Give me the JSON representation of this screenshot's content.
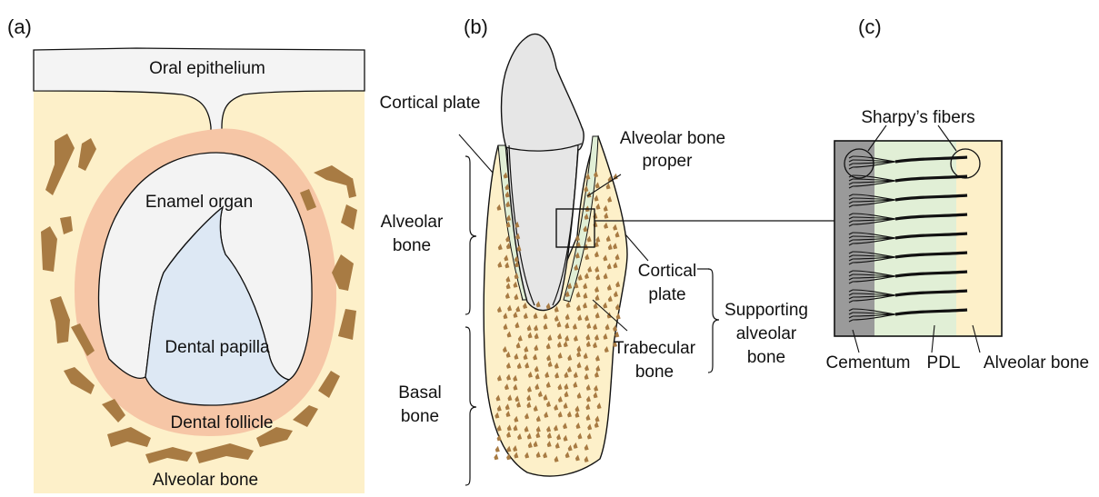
{
  "panels": {
    "a": {
      "tag": "(a)",
      "labels": {
        "oral_epithelium": "Oral epithelium",
        "enamel_organ": "Enamel organ",
        "dental_papilla": "Dental papilla",
        "dental_follicle": "Dental follicle",
        "alveolar_bone": "Alveolar bone"
      }
    },
    "b": {
      "tag": "(b)",
      "labels": {
        "cortical_plate_top": "Cortical plate",
        "alveolar_bone_l1": "Alveolar",
        "alveolar_bone_l2": "bone",
        "alveolar_bone_proper_l1": "Alveolar bone",
        "alveolar_bone_proper_l2": "proper",
        "cortical_plate_l1": "Cortical",
        "cortical_plate_l2": "plate",
        "supporting_l1": "Supporting",
        "supporting_l2": "alveolar",
        "supporting_l3": "bone",
        "trabecular_l1": "Trabecular",
        "trabecular_l2": "bone",
        "basal_l1": "Basal",
        "basal_l2": "bone"
      }
    },
    "c": {
      "tag": "(c)",
      "labels": {
        "sharpys_fibers": "Sharpy’s fibers",
        "cementum": "Cementum",
        "pdl": "PDL",
        "alveolar_bone": "Alveolar bone"
      }
    }
  },
  "colors": {
    "tissue": "#fdf0c9",
    "epithelium": "#f4f4f4",
    "follicle": "#f6c6a6",
    "enamel_organ": "#f3f3f3",
    "papilla": "#dde8f4",
    "bone_fragment": "#a87b43",
    "tooth": "#e6e6e6",
    "pdl_green": "#e1efd6",
    "cementum_gray": "#9a9a9a",
    "line": "#111111"
  }
}
